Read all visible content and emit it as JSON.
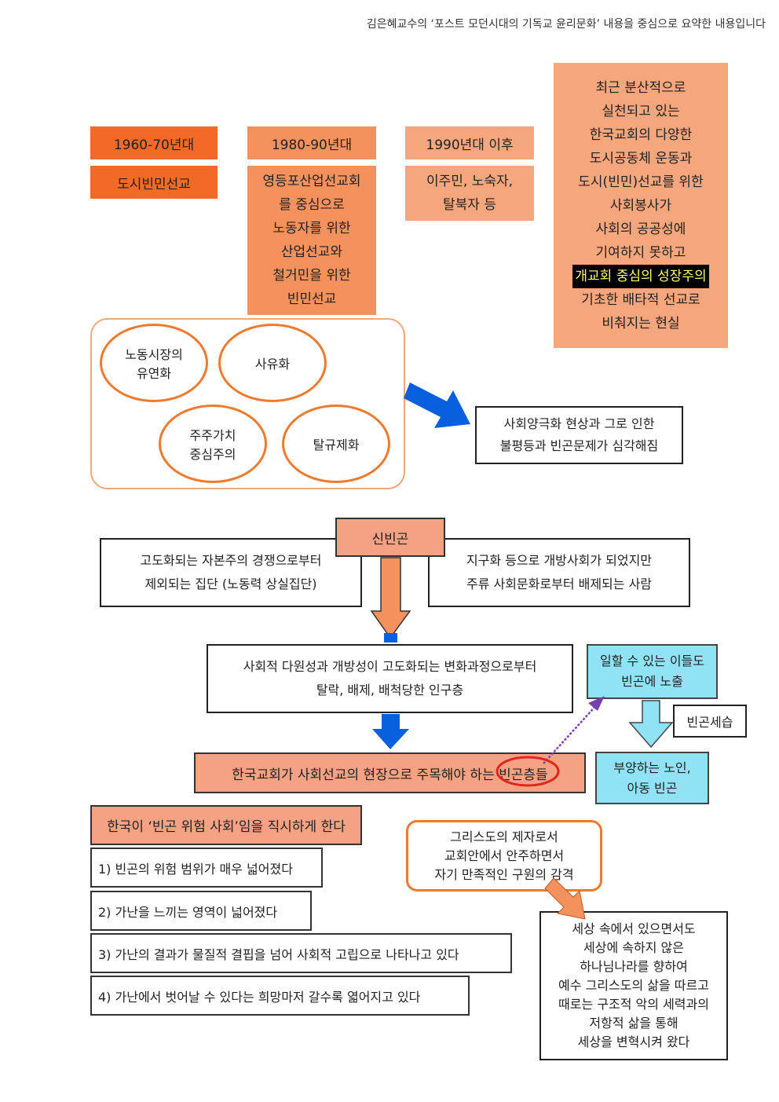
{
  "header": {
    "note": "김은혜교수의 ‘포스트 모던시대의 기독교 윤리문화’ 내용을 중심으로 요약한 내용입니다"
  },
  "timeline": {
    "era1": {
      "title": "1960-70년대",
      "body": "도시빈민선교"
    },
    "era2": {
      "title": "1980-90년대",
      "body": "영등포산업선교회\n를 중심으로\n노동자를 위한\n산업선교와\n철거민을 위한\n빈민선교"
    },
    "era3": {
      "title": "1990년대 이후",
      "body": "이주민, 노숙자,\n탈북자 등"
    },
    "recent": {
      "before": "최근 분산적으로\n실천되고 있는\n한국교회의 다양한\n도시공동체 운동과\n도시(빈민)선교를 위한\n사회봉사가\n사회의 공공성에\n기여하지 못하고",
      "highlight": "개교회 중심의 성장주의",
      "after": "기초한 배타적 선교로\n비춰지는 현실"
    }
  },
  "causes": {
    "items": [
      "노동시장의\n유연화",
      "사유화",
      "주주가치\n중심주의",
      "탈규제화"
    ],
    "result": "사회양극화 현상과 그로 인한\n불평등과 빈곤문제가 심각해짐"
  },
  "new_poverty": {
    "title": "신빈곤",
    "left": "고도화되는 자본주의 경쟁으로부터\n제외되는 집단 (노동력 상실집단)",
    "right": "지구화 등으로 개방사회가 되었지만\n주류 사회문화로부터 배제되는 사람",
    "middle": "사회적 다원성과 개방성이 고도화되는 변화과정으로부터\n탈락, 배제, 배척당한 인구층",
    "target": "한국교회가 사회선교의 현장으로 주목해야 하는 빈곤층들",
    "working": "일할 수 있는 이들도\n빈곤에 노출",
    "inherit": "빈곤세습",
    "dependents": "부양하는 노인,\n아동 빈곤"
  },
  "risk": {
    "title": "한국이 ‘빈곤 위험 사회’임을 직시하게 한다",
    "points": [
      "1) 빈곤의 위험 범위가 매우 넓어졌다",
      "2) 가난을 느끼는 영역이 넓어졌다",
      "3) 가난의 결과가 물질적 결핍을 넘어 사회적 고립으로 나타나고 있다",
      "4) 가난에서 벗어날 수 있다는 희망마저 갈수록 엷어지고 있다"
    ]
  },
  "disciple": {
    "problem": "그리스도의 제자로서\n교회안에서 안주하면서\n자기 만족적인 구원의 감격",
    "answer": "세상 속에서 있으면서도\n세상에 속하지 않은\n하나님나라를 향하여\n예수 그리스도의 삶을 따르고\n때로는 구조적 악의 세력과의\n저항적 삶을 통해\n세상을 변혁시켜 왔다"
  },
  "colors": {
    "dark_orange": "#f26a26",
    "mid_orange": "#f4915c",
    "light_orange": "#f6a67c",
    "salmon": "#f4a283",
    "cyan": "#8fe3f5",
    "blue_arrow": "#0a5fe0",
    "highlight_text": "#ffff66"
  }
}
